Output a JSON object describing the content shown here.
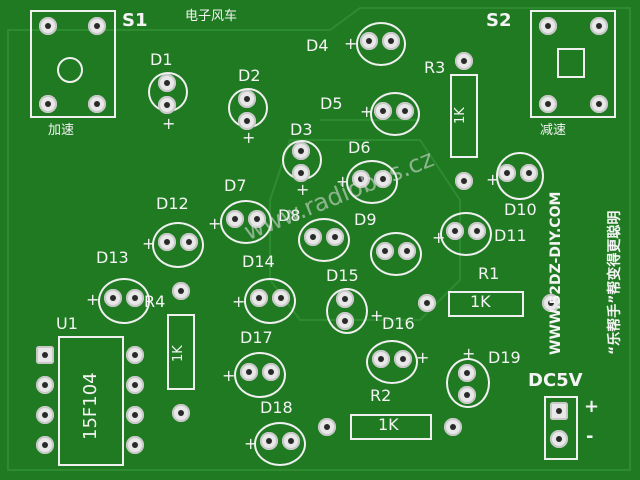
{
  "board": {
    "title": "电子风车",
    "switch_left": "S1",
    "switch_right": "S2",
    "label_speed_up": "加速",
    "label_slow_down": "减速",
    "website": "WWW.52DZ-DIY.COM",
    "slogan": "“乐帮手”帮变得更聪明",
    "watermark": "www.radiobus.cz",
    "chip_ref": "U1",
    "chip_part": "15F104",
    "power": "DC5V",
    "power_plus": "+",
    "power_minus": "-",
    "leds": [
      "D1",
      "D2",
      "D3",
      "D4",
      "D5",
      "D6",
      "D7",
      "D8",
      "D9",
      "D10",
      "D11",
      "D12",
      "D13",
      "D14",
      "D15",
      "D16",
      "D17",
      "D18",
      "D19"
    ],
    "resistors": [
      {
        "ref": "R1",
        "value": "1K"
      },
      {
        "ref": "R2",
        "value": "1K"
      },
      {
        "ref": "R3",
        "value": "1K"
      },
      {
        "ref": "R4",
        "value": "1K"
      }
    ],
    "plus": "+"
  },
  "colors": {
    "board": "#1f7a22",
    "silk": "#f4f4f4",
    "pad": "#e8e8e8"
  }
}
